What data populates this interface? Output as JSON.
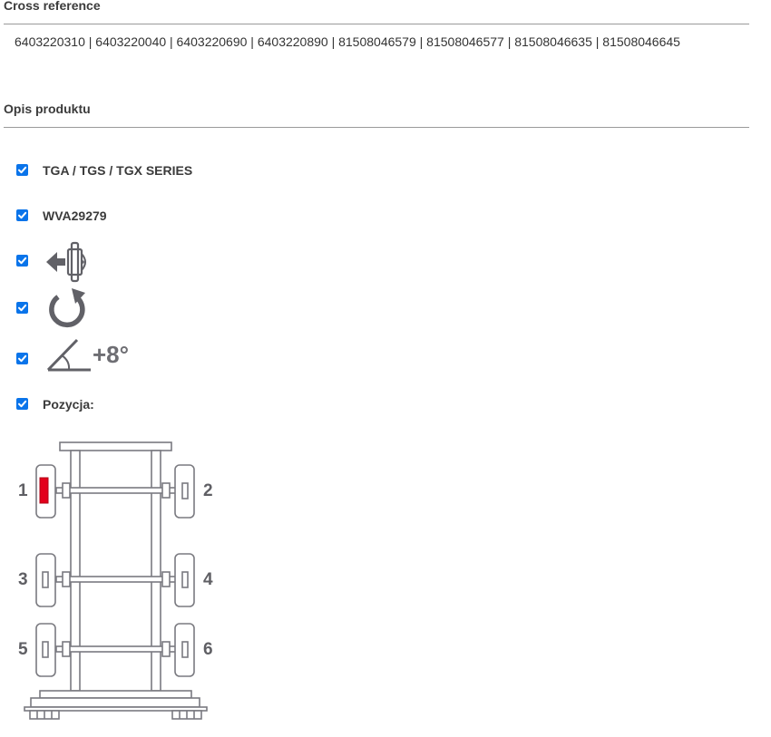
{
  "cross_reference": {
    "heading": "Cross reference",
    "numbers": "6403220310 | 6403220040 | 6403220690 | 6403220890 | 81508046579 | 81508046577 | 81508046635 | 81508046645"
  },
  "product_description": {
    "heading": "Opis produktu",
    "items": [
      {
        "label": "TGA / TGS / TGX SERIES",
        "checked": true
      },
      {
        "label": "WVA29279",
        "checked": true
      },
      {
        "icon": "mounting-direction-icon",
        "checked": true
      },
      {
        "icon": "rotation-icon",
        "checked": true
      },
      {
        "icon": "angle-icon",
        "value": "+8°",
        "checked": true
      },
      {
        "label": "Pozycja:",
        "checked": true
      }
    ]
  },
  "position_diagram": {
    "positions": [
      "1",
      "2",
      "3",
      "4",
      "5",
      "6"
    ],
    "highlighted": "1"
  },
  "colors": {
    "checkbox": "#0a74ea",
    "highlight": "#e3001b",
    "icon": "#616167"
  }
}
